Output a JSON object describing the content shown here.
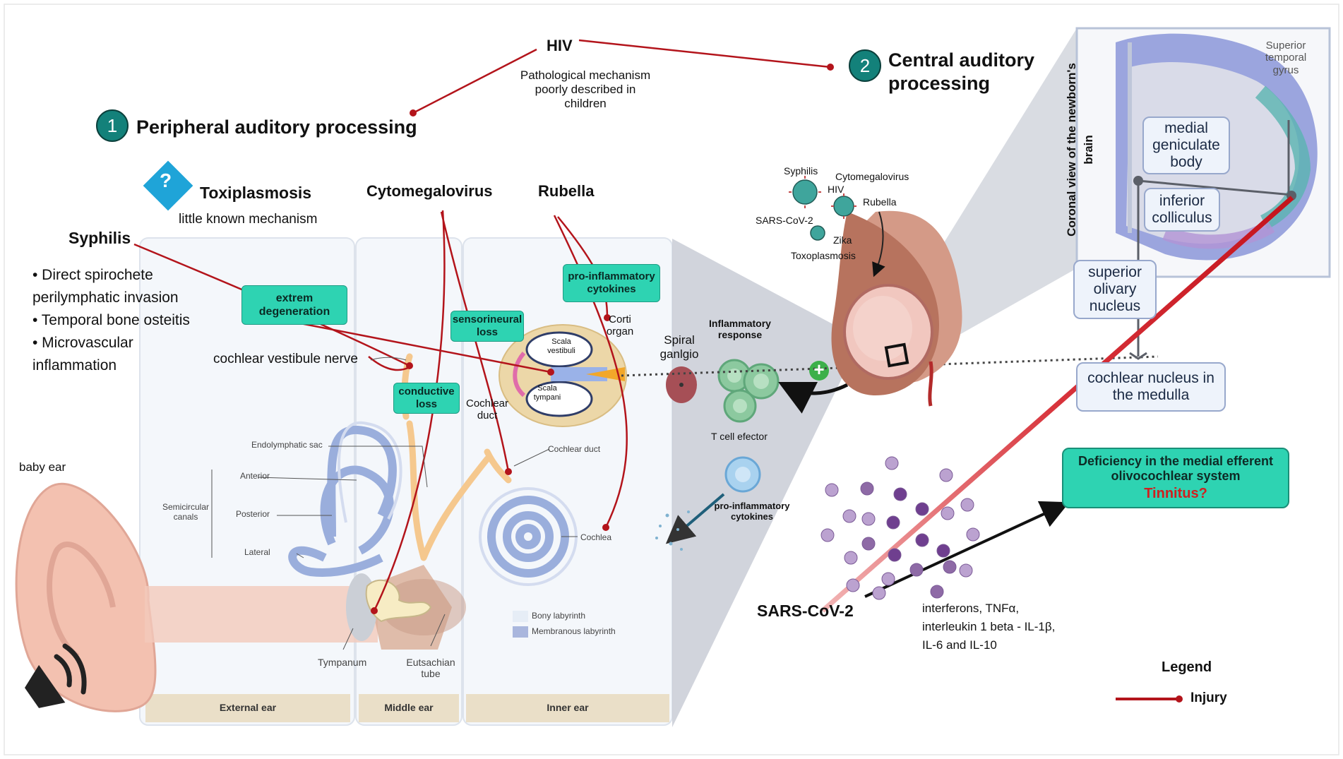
{
  "peripheral": {
    "num": "1",
    "title": "Peripheral auditory processing"
  },
  "central": {
    "num": "2",
    "title_l1": "Central auditory",
    "title_l2": "processing"
  },
  "hiv": {
    "title": "HIV",
    "note_l1": "Pathological mechanism",
    "note_l2": "poorly described in",
    "note_l3": "children"
  },
  "toxo": {
    "title": "Toxiplasmosis",
    "note": "little known mechanism",
    "icon_glyph": "?"
  },
  "pathogens": {
    "cmv": "Cytomegalovirus",
    "rubella": "Rubella",
    "syphilis": "Syphilis"
  },
  "syphilis_bullets": [
    "• Direct spirochete",
    "perilymphatic invasion",
    "• Temporal bone osteitis",
    "• Microvascular",
    "inflammation"
  ],
  "labels": {
    "extrem": [
      "extrem",
      "degeneration"
    ],
    "sensor": [
      "sensorineural",
      "loss"
    ],
    "conductive": [
      "conductive",
      "loss"
    ],
    "proinf": [
      "pro-inflammatory",
      "cytokines"
    ],
    "nerve": "cochlear vestibule nerve",
    "corti": [
      "Corti",
      "organ"
    ],
    "scala_v": [
      "Scala",
      "vestibuli"
    ],
    "scala_t": [
      "Scala",
      "tympani"
    ],
    "cochlear_duct_a": [
      "Cochlear",
      "duct"
    ],
    "spiral": [
      "Spiral",
      "ganlgio"
    ],
    "inflam": [
      "Inflammatory",
      "response"
    ],
    "tcell": "T cell efector",
    "proinf2": [
      "pro-inflammatory",
      "cytokines"
    ],
    "baby_ear": "baby ear",
    "endo": "Endolymphatic sac",
    "anterior": "Anterior",
    "posterior": "Posterior",
    "lateral": "Lateral",
    "semi": [
      "Semicircular",
      "canals"
    ],
    "cochlear_duct_b": "Cochlear duct",
    "cochlea": "Cochlea",
    "tympanum": "Tympanum",
    "eust": [
      "Eutsachian",
      "tube"
    ],
    "bony": "Bony labyrinth",
    "membr": "Membranous labyrinth"
  },
  "sections": {
    "external": "External ear",
    "middle": "Middle ear",
    "inner": "Inner ear"
  },
  "virus_labels": {
    "syphilis": "Syphilis",
    "cmv": "Cytomegalovirus",
    "hiv": "HIV",
    "rubella": "Rubella",
    "sars": "SARS-CoV-2",
    "zika": "Zika",
    "toxo": "Toxoplasmosis"
  },
  "brain": {
    "vertical_l1": "Coronal view of the newborn's",
    "vertical_l2": "brain",
    "stg": [
      "Superior",
      "temporal",
      "gyrus"
    ],
    "mgb": [
      "medial",
      "geniculate",
      "body"
    ],
    "ic": [
      "inferior",
      "colliculus"
    ],
    "son": [
      "superior",
      "olivary",
      "nucleus"
    ],
    "cnm": [
      "cochlear nucleus in",
      "the medulla"
    ]
  },
  "deficiency": {
    "l1": "Deficiency in the medial efferent",
    "l2": "olivocochlear system",
    "tinnitus": "Tinnitus?"
  },
  "sars": {
    "title": "SARS-CoV-2",
    "cyto": [
      "interferons, TNFα,",
      "interleukin 1 beta - IL-1β,",
      "IL-6 and IL-10"
    ]
  },
  "legend": {
    "title": "Legend",
    "injury": "Injury"
  },
  "plus_glyph": "+",
  "colors": {
    "injury": "#b3141b",
    "teal_pill": "#2ed3b2",
    "teal_circle": "#13817a",
    "box_border": "#98a8cc",
    "tinnitus": "#d01f1f",
    "particle": "#8e6aa6"
  }
}
